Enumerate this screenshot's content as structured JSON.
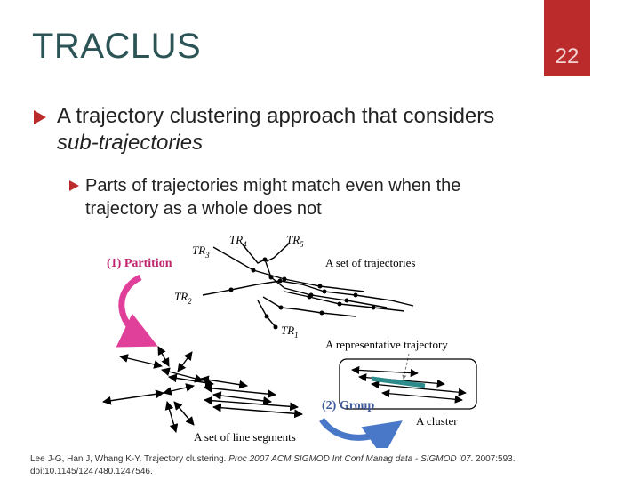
{
  "slide": {
    "title": "TRACLUS",
    "page_number": "22"
  },
  "bullets": {
    "b1_line1": "A trajectory clustering approach that considers",
    "b1_line2": "sub-trajectories",
    "b2_line1": "Parts of trajectories might match even when the",
    "b2_line2": "trajectory as a whole does not"
  },
  "diagram": {
    "partition_label": "(1) Partition",
    "group_label": "(2) Group",
    "set_of_trajectories": "A set of trajectories",
    "representative_trajectory": "A representative trajectory",
    "a_cluster": "A cluster",
    "set_of_line_segments": "A set of line segments",
    "tr_labels": [
      "TR",
      "TR",
      "TR",
      "TR",
      "TR"
    ],
    "tr_subs": [
      "1",
      "2",
      "3",
      "4",
      "5"
    ],
    "colors": {
      "partition": "#c0266f",
      "group": "#3d5a9a",
      "arrow_pink": "#e0409a",
      "arrow_blue": "#4a78c8",
      "rep": "#2e8b8b"
    }
  },
  "citation": {
    "part1": "Lee J-G, Han J, Whang K-Y. Trajectory clustering. ",
    "journal": "Proc 2007 ACM SIGMOD Int Conf Manag data  - SIGMOD '07",
    "part2": ". 2007:593.",
    "doi": "doi:10.1145/1247480.1247546."
  }
}
